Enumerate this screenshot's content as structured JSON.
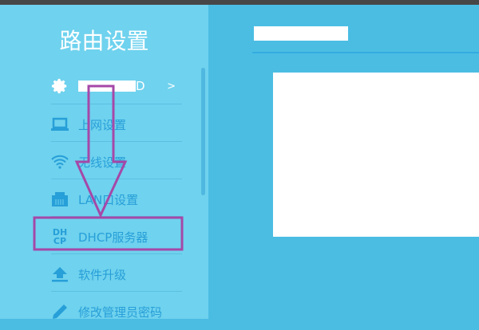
{
  "sidebar": {
    "title": "路由设置",
    "items": [
      {
        "label": "",
        "icon": "gear-icon",
        "redacted": true,
        "suffix": "D",
        "chevron": ">"
      },
      {
        "label": "上网设置",
        "icon": "laptop-icon"
      },
      {
        "label": "无线设置",
        "icon": "wifi-icon"
      },
      {
        "label": "LAN口设置",
        "icon": "lan-port-icon"
      },
      {
        "label": "DHCP服务器",
        "icon": "dhcp-icon",
        "icon_text": "DHCP",
        "highlighted": true
      },
      {
        "label": "软件升级",
        "icon": "upload-icon"
      },
      {
        "label": "修改管理员密码",
        "icon": "pencil-icon"
      }
    ]
  },
  "colors": {
    "sidebar": "#6fd2ee",
    "main": "#4bbde3",
    "item_text": "#279fd8",
    "annotation": "#a548a8"
  }
}
